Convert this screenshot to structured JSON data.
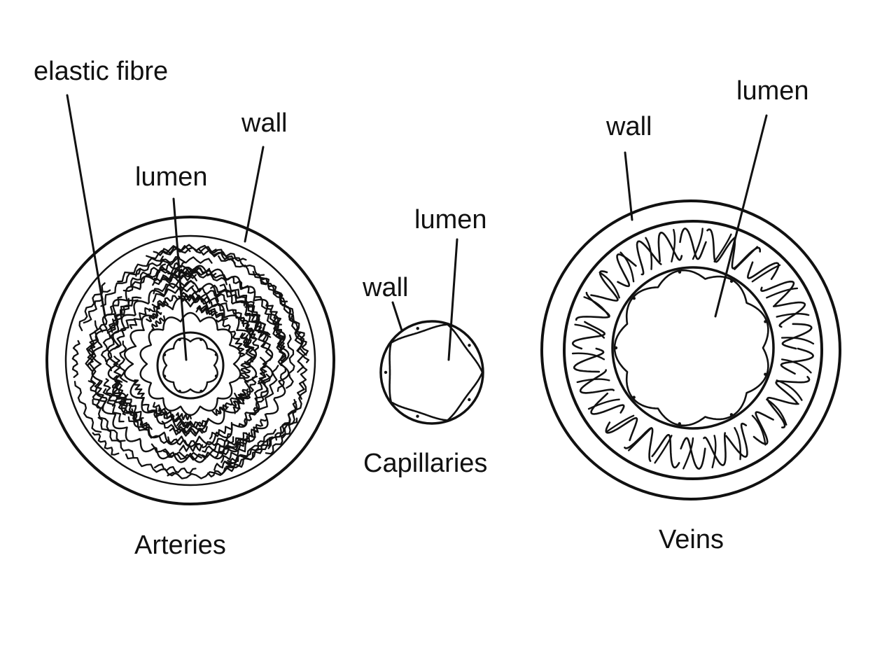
{
  "arteries": {
    "title": "Arteries",
    "labels": {
      "elastic_fibre": "elastic fibre",
      "wall": "wall",
      "lumen": "lumen"
    }
  },
  "capillaries": {
    "title": "Capillaries",
    "labels": {
      "wall": "wall",
      "lumen": "lumen"
    }
  },
  "veins": {
    "title": "Veins",
    "labels": {
      "wall": "wall",
      "lumen": "lumen"
    }
  },
  "colors": {
    "ink": "#111111",
    "background": "#ffffff"
  }
}
